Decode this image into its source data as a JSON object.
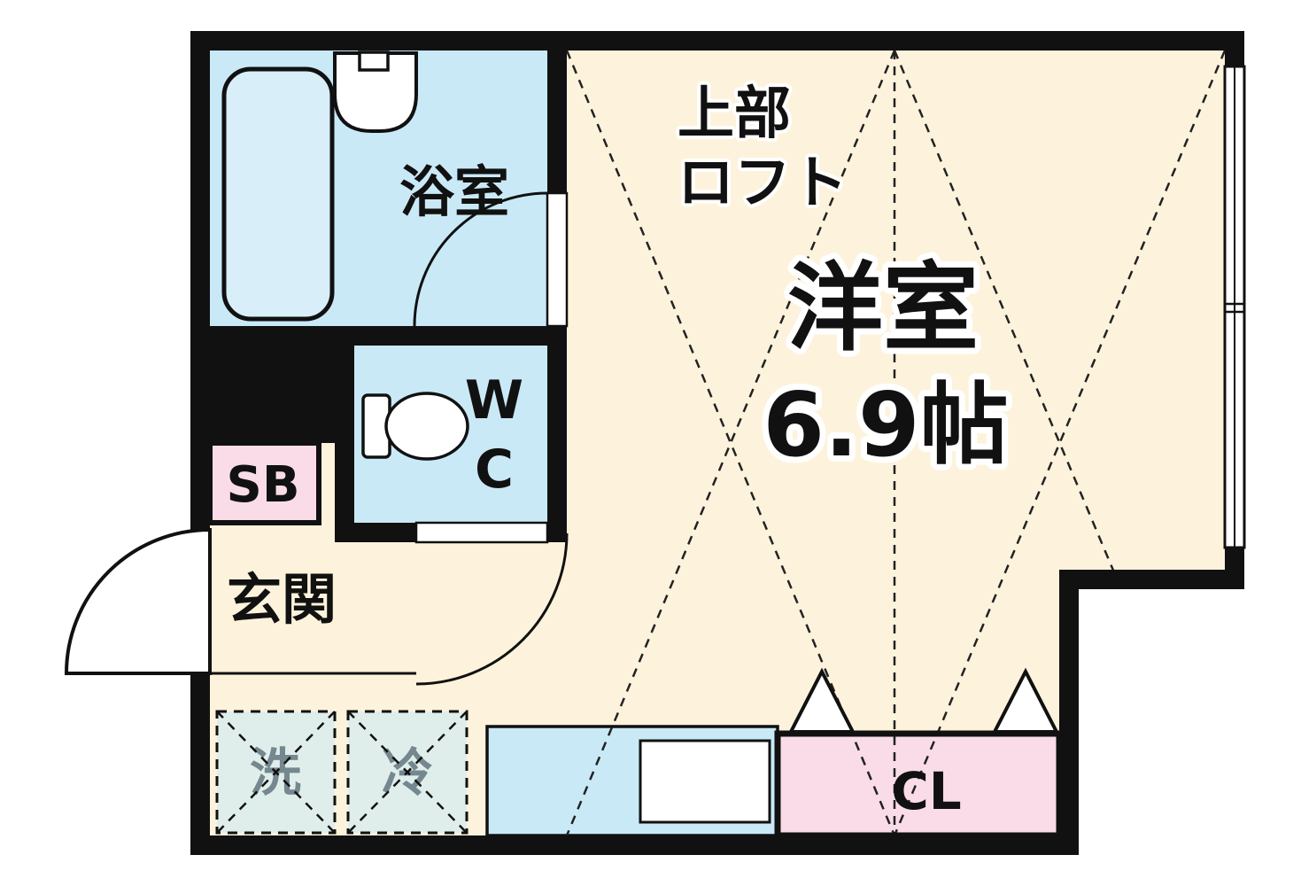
{
  "plan": {
    "title": "floor-plan",
    "loft": {
      "line1": "上部",
      "line2": "ロフト"
    },
    "main_room": {
      "name": "洋室",
      "size": "6.9帖"
    },
    "bathroom": {
      "label": "浴室"
    },
    "wc": {
      "line1": "W",
      "line2": "C"
    },
    "sb": {
      "label": "SB"
    },
    "entrance": {
      "label": "玄関"
    },
    "washer": {
      "label": "洗"
    },
    "fridge": {
      "label": "冷"
    },
    "closet": {
      "label": "CL"
    },
    "colors": {
      "wall": "#111111",
      "floor": "#fdf3dc",
      "wet_area": "#c9e9f7",
      "storage_pink": "#fadce8",
      "background": "#ffffff",
      "loft_line": "#222222"
    }
  }
}
